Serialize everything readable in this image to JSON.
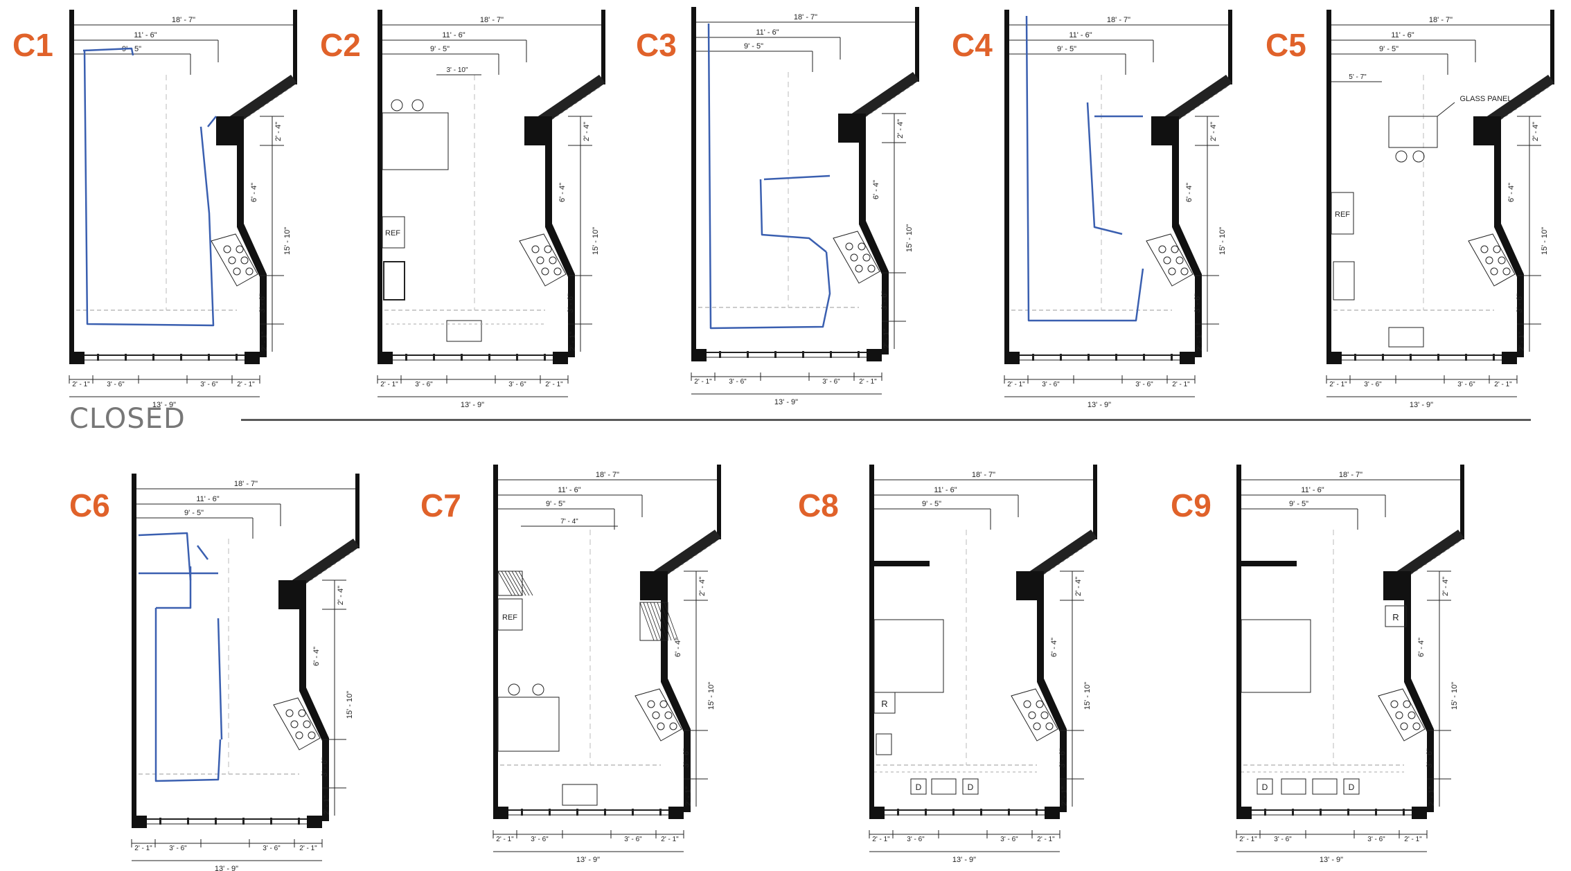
{
  "section": {
    "closed_label": "CLOSED"
  },
  "dims": {
    "overall": "18' - 7\"",
    "d2": "11' - 6\"",
    "d3": "9' - 5\"",
    "d3_c5": "9' - 5\"",
    "d4_c5": "5' - 7\"",
    "c2_extra": "3' - 10\"",
    "c7_extra": "7' - 4\"",
    "right_top": "2' - 4\"",
    "right_mid": "6' - 4\"",
    "right_total": "15' - 10\"",
    "right_low": "3' - 6\"",
    "right_bottom": "2' - 1\"",
    "bottom_seg_a": "2' - 1\"",
    "bottom_seg_b": "3' - 6\"",
    "bottom_total": "13' - 9\""
  },
  "annotations": {
    "ref": "REF",
    "r": "R",
    "d": "D",
    "glass_panel": "GLASS PANEL"
  },
  "panels": [
    {
      "id": "C1",
      "kind": "sketch"
    },
    {
      "id": "C2",
      "kind": "plan"
    },
    {
      "id": "C3",
      "kind": "sketch"
    },
    {
      "id": "C4",
      "kind": "sketch"
    },
    {
      "id": "C5",
      "kind": "plan"
    },
    {
      "id": "C6",
      "kind": "sketch"
    },
    {
      "id": "C7",
      "kind": "plan"
    },
    {
      "id": "C8",
      "kind": "plan"
    },
    {
      "id": "C9",
      "kind": "plan"
    }
  ],
  "colors": {
    "label": "#e0622a",
    "sketch": "#3a5fb0",
    "wall": "#111111"
  }
}
